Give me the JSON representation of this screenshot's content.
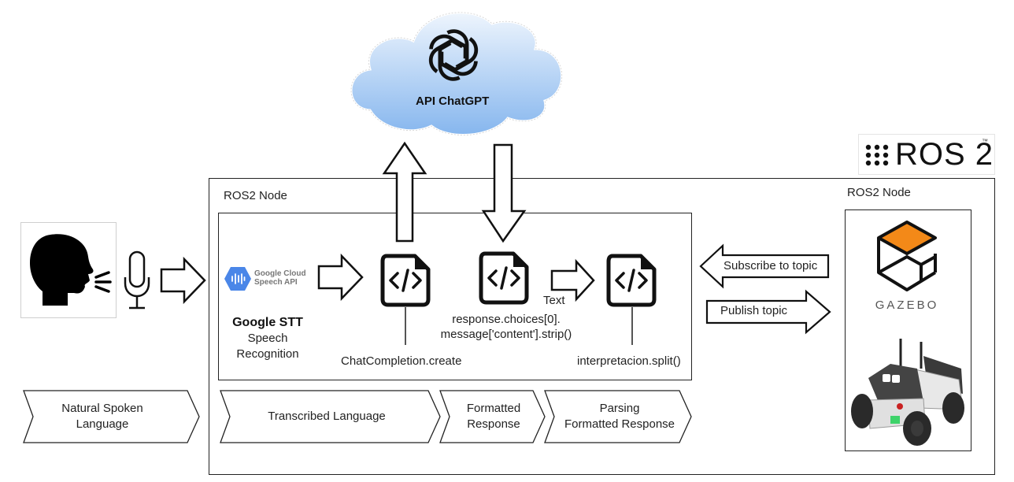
{
  "cloud": {
    "title": "API ChatGPT",
    "icon": "openai-logo-icon",
    "fill_top": "#e8f2fc",
    "fill_bottom": "#8ab9ef"
  },
  "ros2_logo": {
    "text": "ROS 2",
    "tm": "™"
  },
  "main_node": {
    "label": "ROS2 Node"
  },
  "sim_node": {
    "label": "ROS2 Node"
  },
  "speaker": {
    "icon": "speaking-head-icon"
  },
  "mic": {
    "icon": "microphone-icon"
  },
  "google": {
    "logo_line1": "Google Cloud",
    "logo_line2": "Speech API",
    "title": "Google STT",
    "sub1": "Speech",
    "sub2": "Recognition",
    "brand_color": "#4a86e8"
  },
  "code_blocks": [
    {
      "caption": "ChatCompletion.create"
    },
    {
      "caption_line1": "response.choices[0].",
      "caption_line2": "message['content'].strip()"
    },
    {
      "caption": "interpretacion.split()"
    }
  ],
  "text_arrow_label": "Text",
  "topics": {
    "subscribe": "Subscribe to topic",
    "publish": "Publish topic"
  },
  "gazebo": {
    "text": "GAZEBO",
    "accent": "#f38918"
  },
  "stages": [
    {
      "line1": "Natural Spoken",
      "line2": "Language"
    },
    {
      "line1": "Transcribed Language",
      "line2": ""
    },
    {
      "line1": "Formatted",
      "line2": "Response"
    },
    {
      "line1": "Parsing",
      "line2": "Formatted Response"
    }
  ]
}
